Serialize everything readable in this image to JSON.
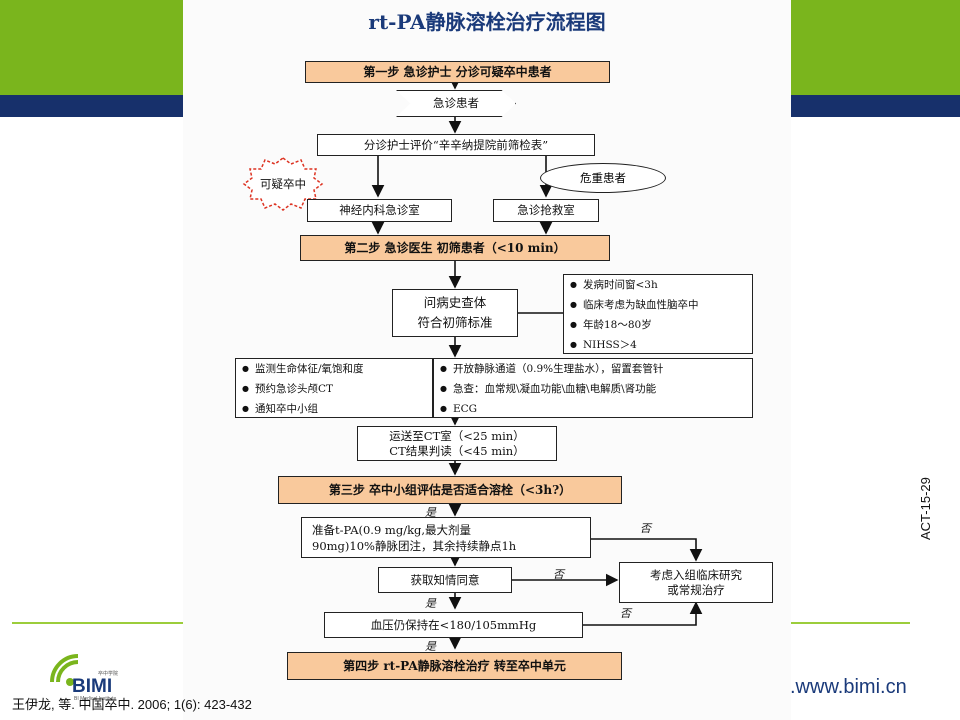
{
  "slide": {
    "side_label": "ACT-15-29",
    "citation": "王伊龙, 等. 中国卒中. 2006; 1(6): 423-432",
    "url": ".www.bimi.cn",
    "logo": {
      "name": "BIMI",
      "sub": "BI Medical Institute",
      "cn": "卒中学院"
    }
  },
  "colors": {
    "green": "#7ab51d",
    "navy": "#17306b",
    "step_fill": "#f9c99c"
  },
  "flowchart": {
    "title": "rt-PA静脉溶栓治疗流程图",
    "step1": "第一步  急诊护士 分诊可疑卒中患者",
    "er_patient": "急诊患者",
    "triage": "分诊护士评价“辛辛纳提院前筛检表”",
    "suspected_stroke": "可疑卒中",
    "critical_patient": "危重患者",
    "neuro_er": "神经内科急诊室",
    "resus_room": "急诊抢救室",
    "step2": "第二步  急诊医生 初筛患者（<10 min）",
    "history_line1": "问病史查体",
    "history_line2": "符合初筛标准",
    "criteria": [
      "发病时间窗<3h",
      "临床考虑为缺血性脑卒中",
      "年龄18～80岁",
      "NIHSS＞4"
    ],
    "actions_left": [
      "监测生命体征/氧饱和度",
      "预约急诊头颅CT",
      "通知卒中小组"
    ],
    "actions_right": [
      "开放静脉通道（0.9%生理盐水），留置套管针",
      "急查：血常规\\凝血功能\\血糖\\电解质\\肾功能",
      "ECG"
    ],
    "ct_line1": "运送至CT室（<25 min）",
    "ct_line2": "CT结果判读（<45 min）",
    "step3": "第三步  卒中小组评估是否适合溶栓（<3h?）",
    "yes": "是",
    "no": "否",
    "prep_line1": "准备t-PA(0.9 mg/kg,最大剂量",
    "prep_line2": "90mg)10%静脉团注，其余持续静点1h",
    "consent": "获取知情同意",
    "alt_line1": "考虑入组临床研究",
    "alt_line2": "或常规治疗",
    "bp": "血压仍保持在<180/105mmHg",
    "step4": "第四步 rt-PA静脉溶栓治疗 转至卒中单元"
  }
}
